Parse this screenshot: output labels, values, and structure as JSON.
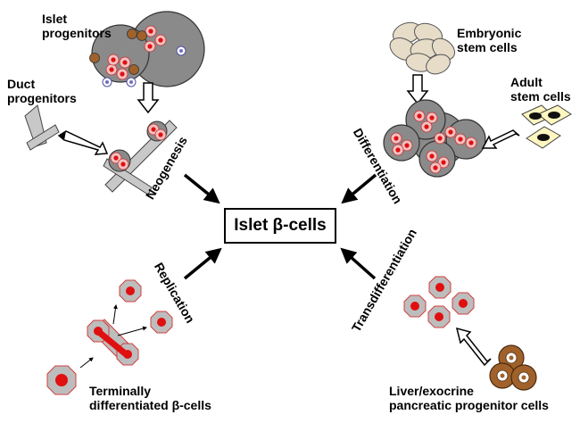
{
  "center": {
    "label": "Islet β-cells"
  },
  "labels": {
    "islet_progenitors": [
      "Islet",
      "progenitors"
    ],
    "duct_progenitors": [
      "Duct",
      "progenitors"
    ],
    "embryonic_stem_cells": [
      "Embryonic",
      "stem cells"
    ],
    "adult_stem_cells": [
      "Adult",
      "stem cells"
    ],
    "terminally_differentiated": [
      "Terminally",
      "differentiated β-cells"
    ],
    "liver_exocrine": [
      "Liver/exocrine",
      "pancreatic progenitor cells"
    ]
  },
  "processes": {
    "neogenesis": "Neogenesis",
    "differentiation": "Differentiation",
    "replication": "Replication",
    "transdifferentiation": "Transdifferentiation"
  },
  "colors": {
    "cluster_gray": "#8a8a8a",
    "cell_gray": "#bdbdbd",
    "cell_red": "#e01010",
    "cell_outline": "#d04040",
    "duct_gray": "#c8c8c8",
    "brown": "#a0622a",
    "embryonic_beige": "#e6dcc8",
    "adult_yellow": "#fff6c0",
    "arrow_black": "#000000"
  }
}
